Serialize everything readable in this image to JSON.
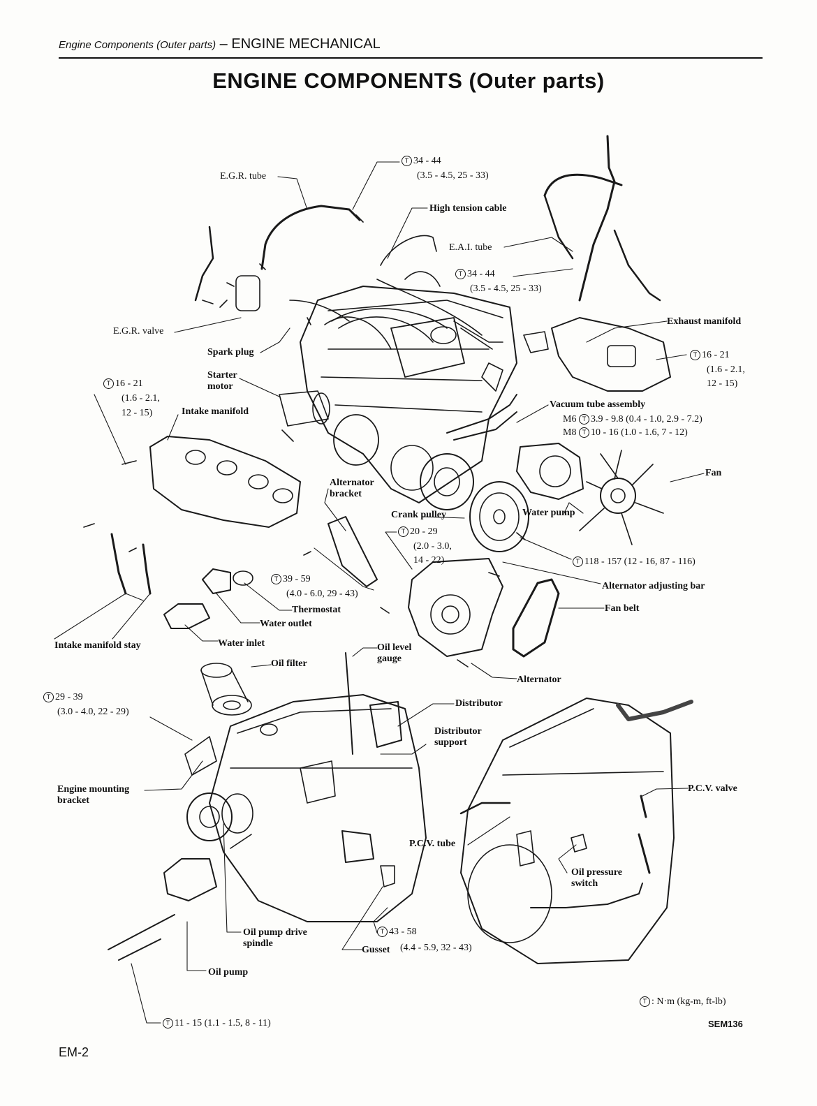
{
  "header": {
    "section": "Engine Components (Outer parts)",
    "separator": " – ",
    "chapter": "ENGINE MECHANICAL"
  },
  "title": "ENGINE COMPONENTS (Outer parts)",
  "torque_symbol": "T",
  "labels": {
    "egr_tube": "E.G.R. tube",
    "torque_top": "34 - 44",
    "torque_top_2": "(3.5 - 4.5, 25 - 33)",
    "high_tension_cable": "High tension cable",
    "eai_tube": "E.A.I. tube",
    "torque_eai": "34 - 44",
    "torque_eai_2": "(3.5 - 4.5, 25 - 33)",
    "egr_valve": "E.G.R. valve",
    "exhaust_manifold": "Exhaust manifold",
    "spark_plug": "Spark plug",
    "starter_motor": "Starter\nmotor",
    "torque_exhaust": "16 - 21",
    "torque_exhaust_2": "(1.6 - 2.1,",
    "torque_exhaust_3": "12 - 15)",
    "torque_intake": "16 - 21",
    "torque_intake_2": "(1.6 - 2.1,",
    "torque_intake_3": "12 - 15)",
    "intake_manifold": "Intake manifold",
    "vacuum_tube": "Vacuum tube assembly",
    "vacuum_m6": "M6",
    "vacuum_m6_val": "3.9 - 9.8 (0.4 - 1.0, 2.9 - 7.2)",
    "vacuum_m8": "M8",
    "vacuum_m8_val": "10 - 16 (1.0 - 1.6, 7 - 12)",
    "fan": "Fan",
    "alternator_bracket": "Alternator\nbracket",
    "crank_pulley": "Crank pulley",
    "water_pump": "Water pump",
    "torque_crank": "20 - 29",
    "torque_crank_2": "(2.0 - 3.0,",
    "torque_crank_3": "14 - 22)",
    "torque_pulley_bolt": "118 - 157 (12 - 16, 87 - 116)",
    "alternator_adjusting_bar": "Alternator adjusting bar",
    "torque_alt_bracket": "39 - 59",
    "torque_alt_bracket_2": "(4.0 - 6.0, 29 - 43)",
    "thermostat": "Thermostat",
    "fan_belt": "Fan belt",
    "water_outlet": "Water outlet",
    "intake_manifold_stay": "Intake manifold stay",
    "water_inlet": "Water inlet",
    "oil_level_gauge": "Oil level\ngauge",
    "oil_filter": "Oil filter",
    "alternator": "Alternator",
    "torque_mount": "29 - 39",
    "torque_mount_2": "(3.0 - 4.0, 22 - 29)",
    "distributor": "Distributor",
    "distributor_support": "Distributor\nsupport",
    "engine_mounting_bracket": "Engine mounting\nbracket",
    "pcv_valve": "P.C.V. valve",
    "pcv_tube": "P.C.V. tube",
    "oil_pressure_switch": "Oil pressure\nswitch",
    "oil_pump_drive_spindle": "Oil pump drive\nspindle",
    "torque_gusset": "43 - 58",
    "gusset": "Gusset",
    "torque_gusset_2": "(4.4 - 5.9, 32 - 43)",
    "oil_pump": "Oil pump",
    "torque_unit": ": N·m (kg-m, ft-lb)",
    "torque_oil_pump": "11 - 15 (1.1 - 1.5, 8 - 11)"
  },
  "figure_code": "SEM136",
  "page_number": "EM-2"
}
